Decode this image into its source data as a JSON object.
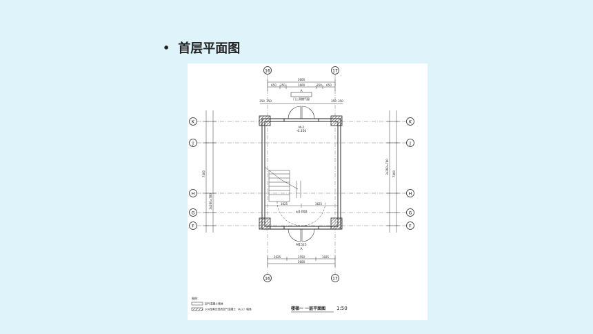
{
  "slide": {
    "bullet": "•",
    "title": "首层平面图"
  },
  "drawing": {
    "grid_columns": [
      "16",
      "17"
    ],
    "grid_rows": [
      "K",
      "J",
      "H",
      "G",
      "F"
    ],
    "dims": {
      "top_total": "3600",
      "top_parts": [
        "650",
        "350",
        "1600",
        "350",
        "650"
      ],
      "bottom_total": "3600",
      "bottom_parts": [
        "1025",
        "1550",
        "1025"
      ],
      "left_total": "7400",
      "right_total": "7400",
      "right_mid": "3x260=780",
      "left_mid": "3x260=780",
      "inner_1625_left": "1625",
      "inner_1625_right": "1625",
      "top_sub": [
        "350",
        "350",
        "350",
        "350"
      ]
    },
    "labels": {
      "top_section": "A",
      "bottom_section": "A",
      "elev_top": "M-2",
      "elev_top_val": "-0.350",
      "elev_bottom": "±0.000",
      "door_bottom": "M1525",
      "top_note": "门上雨棚气窗"
    },
    "legend": {
      "heading": "图例：",
      "item1": "加气混凝土墙体",
      "item2": "200厚蒸压轻质加气混凝土（ALC）墙体"
    },
    "drawing_title": "楼梯一   一层平面图",
    "scale": "1:50"
  }
}
